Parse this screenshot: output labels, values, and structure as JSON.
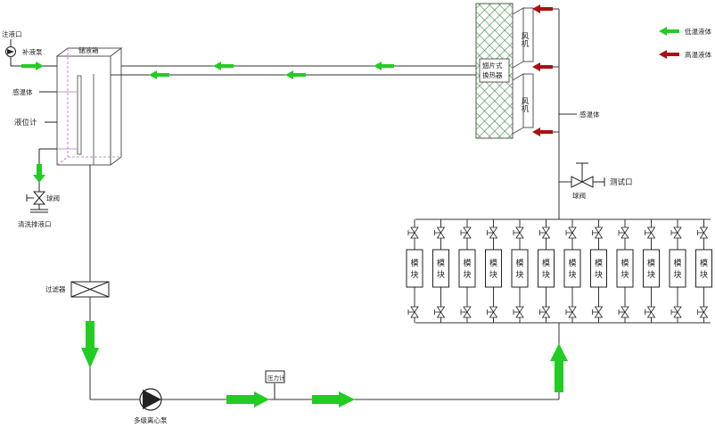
{
  "labels": {
    "fill_port": "注液口",
    "makeup_pump": "补液泵",
    "tank": "储液箱",
    "temp_sensor_left": "感温体",
    "level_gauge": "液位计",
    "ball_valve_left": "球阀",
    "drain_port": "清洗排液口",
    "filter": "过滤器",
    "main_pump": "多级离心泵",
    "pressure_gauge": "压力计",
    "heat_exchanger_line1": "翅片式",
    "heat_exchanger_line2": "换热器",
    "fan_top": "风机",
    "fan_bottom": "风机",
    "temp_sensor_right": "感温体",
    "ball_valve_right": "球阀",
    "test_port": "测试口",
    "module": "模块"
  },
  "legend": {
    "low_temp": "低温液体",
    "high_temp": "高温液体",
    "low_temp_color": "#22cc22",
    "high_temp_color": "#aa1111"
  },
  "module_count": 12,
  "module_char_top": "模",
  "module_char_bottom": "块"
}
